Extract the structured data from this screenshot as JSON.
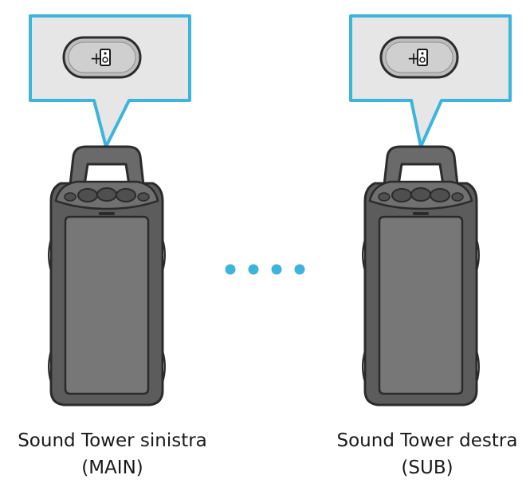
{
  "speakers": [
    {
      "label": "Sound Tower sinistra",
      "role": "(MAIN)",
      "button_glyph": "+",
      "button_icon": "speaker-icon"
    },
    {
      "label": "Sound Tower destra",
      "role": "(SUB)",
      "button_glyph": "+",
      "button_icon": "speaker-icon"
    }
  ],
  "colors": {
    "accent": "#3cb4dc",
    "callout_bg": "#e6e6e6",
    "speaker_body": "#5c5c5c",
    "speaker_panel": "#777777",
    "speaker_outline": "#2b2b2b"
  },
  "connection_dots": 4
}
